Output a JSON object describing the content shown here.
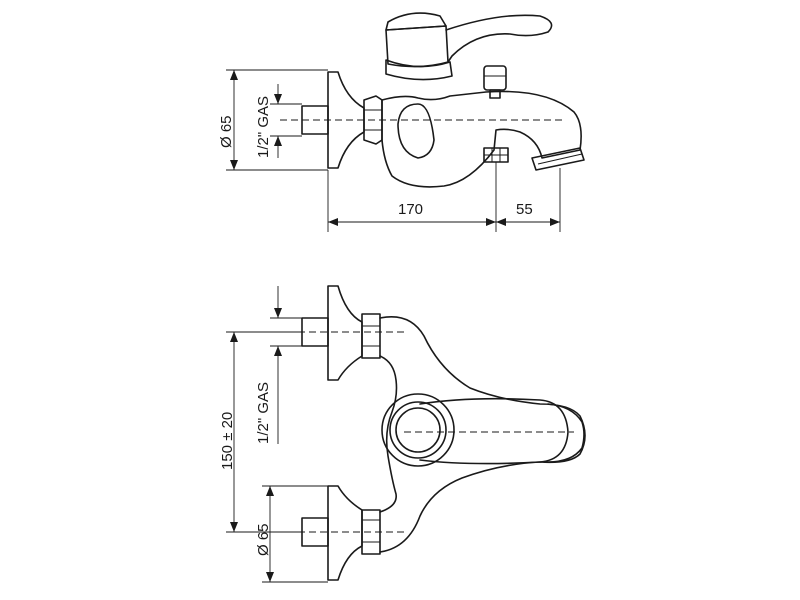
{
  "side_view": {
    "diameter_label": "Ø 65",
    "thread_label": "1/2\" GAS",
    "length_label": "170",
    "spout_label": "55"
  },
  "top_view": {
    "spacing_label": "150 ± 20",
    "thread_label": "1/2\" GAS",
    "diameter_label": "Ø 65"
  }
}
